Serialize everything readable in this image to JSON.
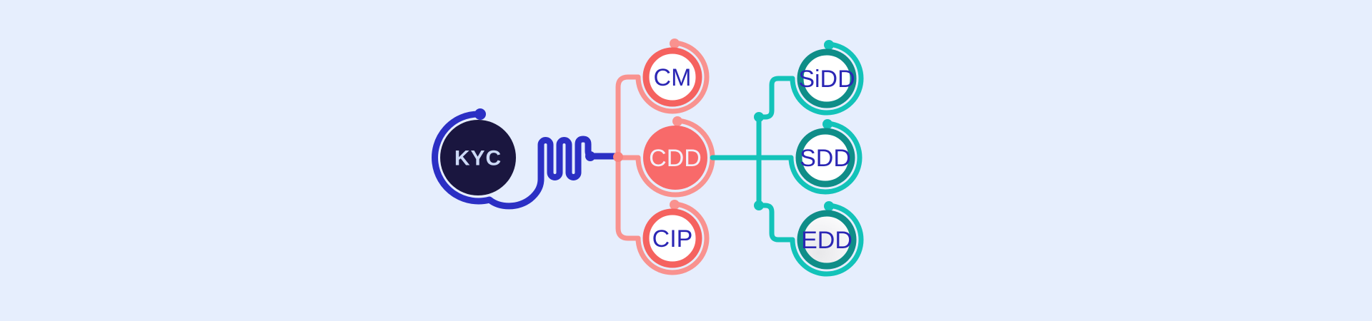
{
  "title": "KYC process diagram",
  "colors": {
    "background": "#e6eefd",
    "navy": "#1a163f",
    "blue": "#2b2fc4",
    "coral": "#f5625f",
    "coral_fill": "#f86a6a",
    "coral_light": "#f9928f",
    "coral_junction": "#f8837f",
    "teal": "#13c3b9",
    "teal_dark": "#0f8d88",
    "indigo": "#2b26b4",
    "kyc_text": "#ccd9f6",
    "cdd_text": "#f4f0fb",
    "white": "#ffffff",
    "edd_gray": "#e8e8ea"
  },
  "nodes": {
    "root": {
      "label": "KYC"
    },
    "branches": [
      {
        "label": "CM"
      },
      {
        "label": "CDD"
      },
      {
        "label": "CIP"
      }
    ],
    "sub_branches": [
      {
        "label": "SiDD"
      },
      {
        "label": "SDD"
      },
      {
        "label": "EDD"
      }
    ]
  }
}
